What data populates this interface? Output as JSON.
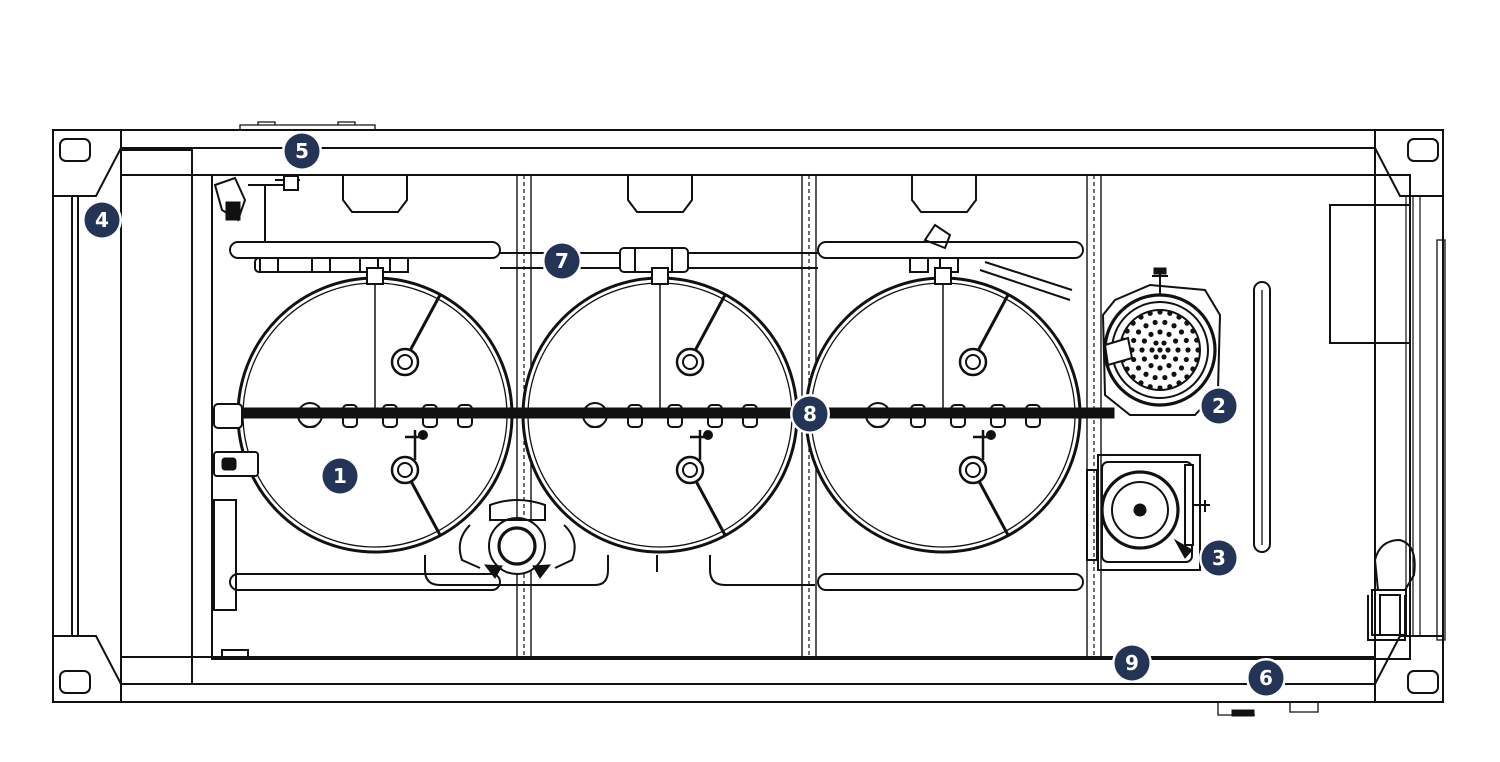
{
  "diagram": {
    "colors": {
      "line": "#111111",
      "background": "#ffffff",
      "badge_fill": "#243457",
      "badge_text": "#ffffff",
      "badge_ring": "#ffffff"
    },
    "callouts": [
      {
        "id": "1",
        "label": "1"
      },
      {
        "id": "2",
        "label": "2"
      },
      {
        "id": "3",
        "label": "3"
      },
      {
        "id": "4",
        "label": "4"
      },
      {
        "id": "5",
        "label": "5"
      },
      {
        "id": "6",
        "label": "6"
      },
      {
        "id": "7",
        "label": "7"
      },
      {
        "id": "8",
        "label": "8"
      },
      {
        "id": "9",
        "label": "9"
      }
    ]
  }
}
